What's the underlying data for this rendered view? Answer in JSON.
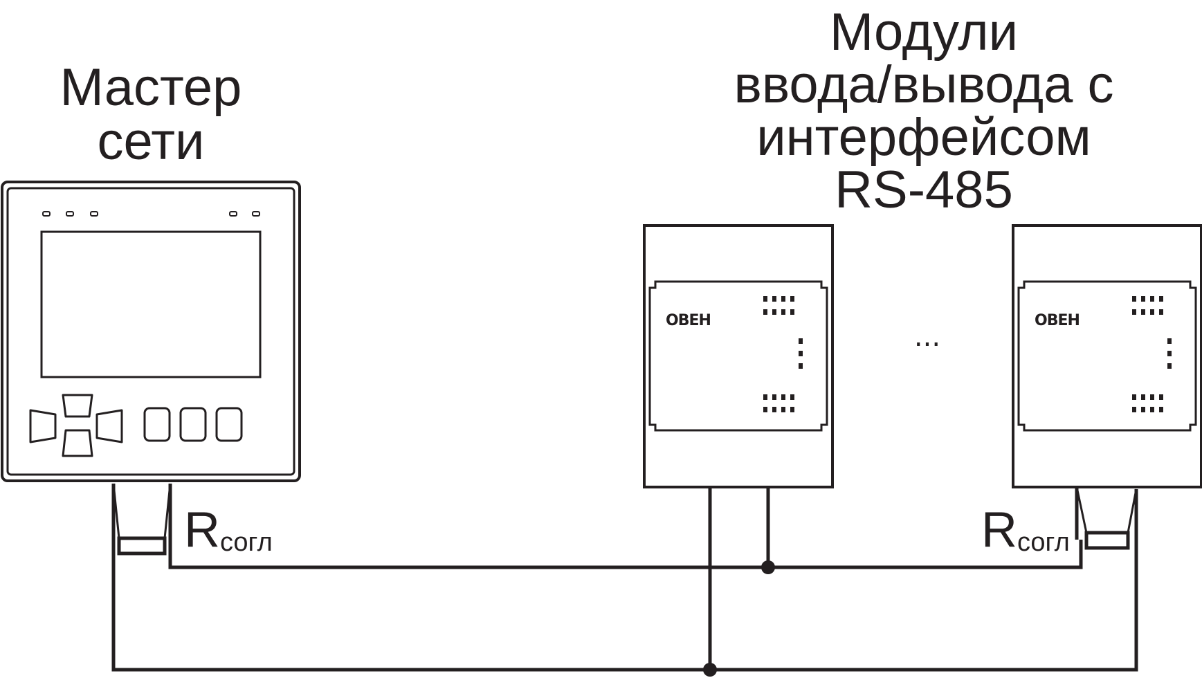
{
  "master": {
    "label_line1": "Мастер",
    "label_line2": "сети"
  },
  "modules": {
    "label_line1": "Модули",
    "label_line2": "ввода/вывода с",
    "label_line3": "интерфейсом",
    "label_line4": "RS-485",
    "logo_text": "ОВЕН",
    "ellipsis": "..."
  },
  "resistor_left": {
    "main": "R",
    "sub": "согл"
  },
  "resistor_right": {
    "main": "R",
    "sub": "согл"
  },
  "colors": {
    "stroke": "#231f20",
    "background": "#ffffff"
  }
}
